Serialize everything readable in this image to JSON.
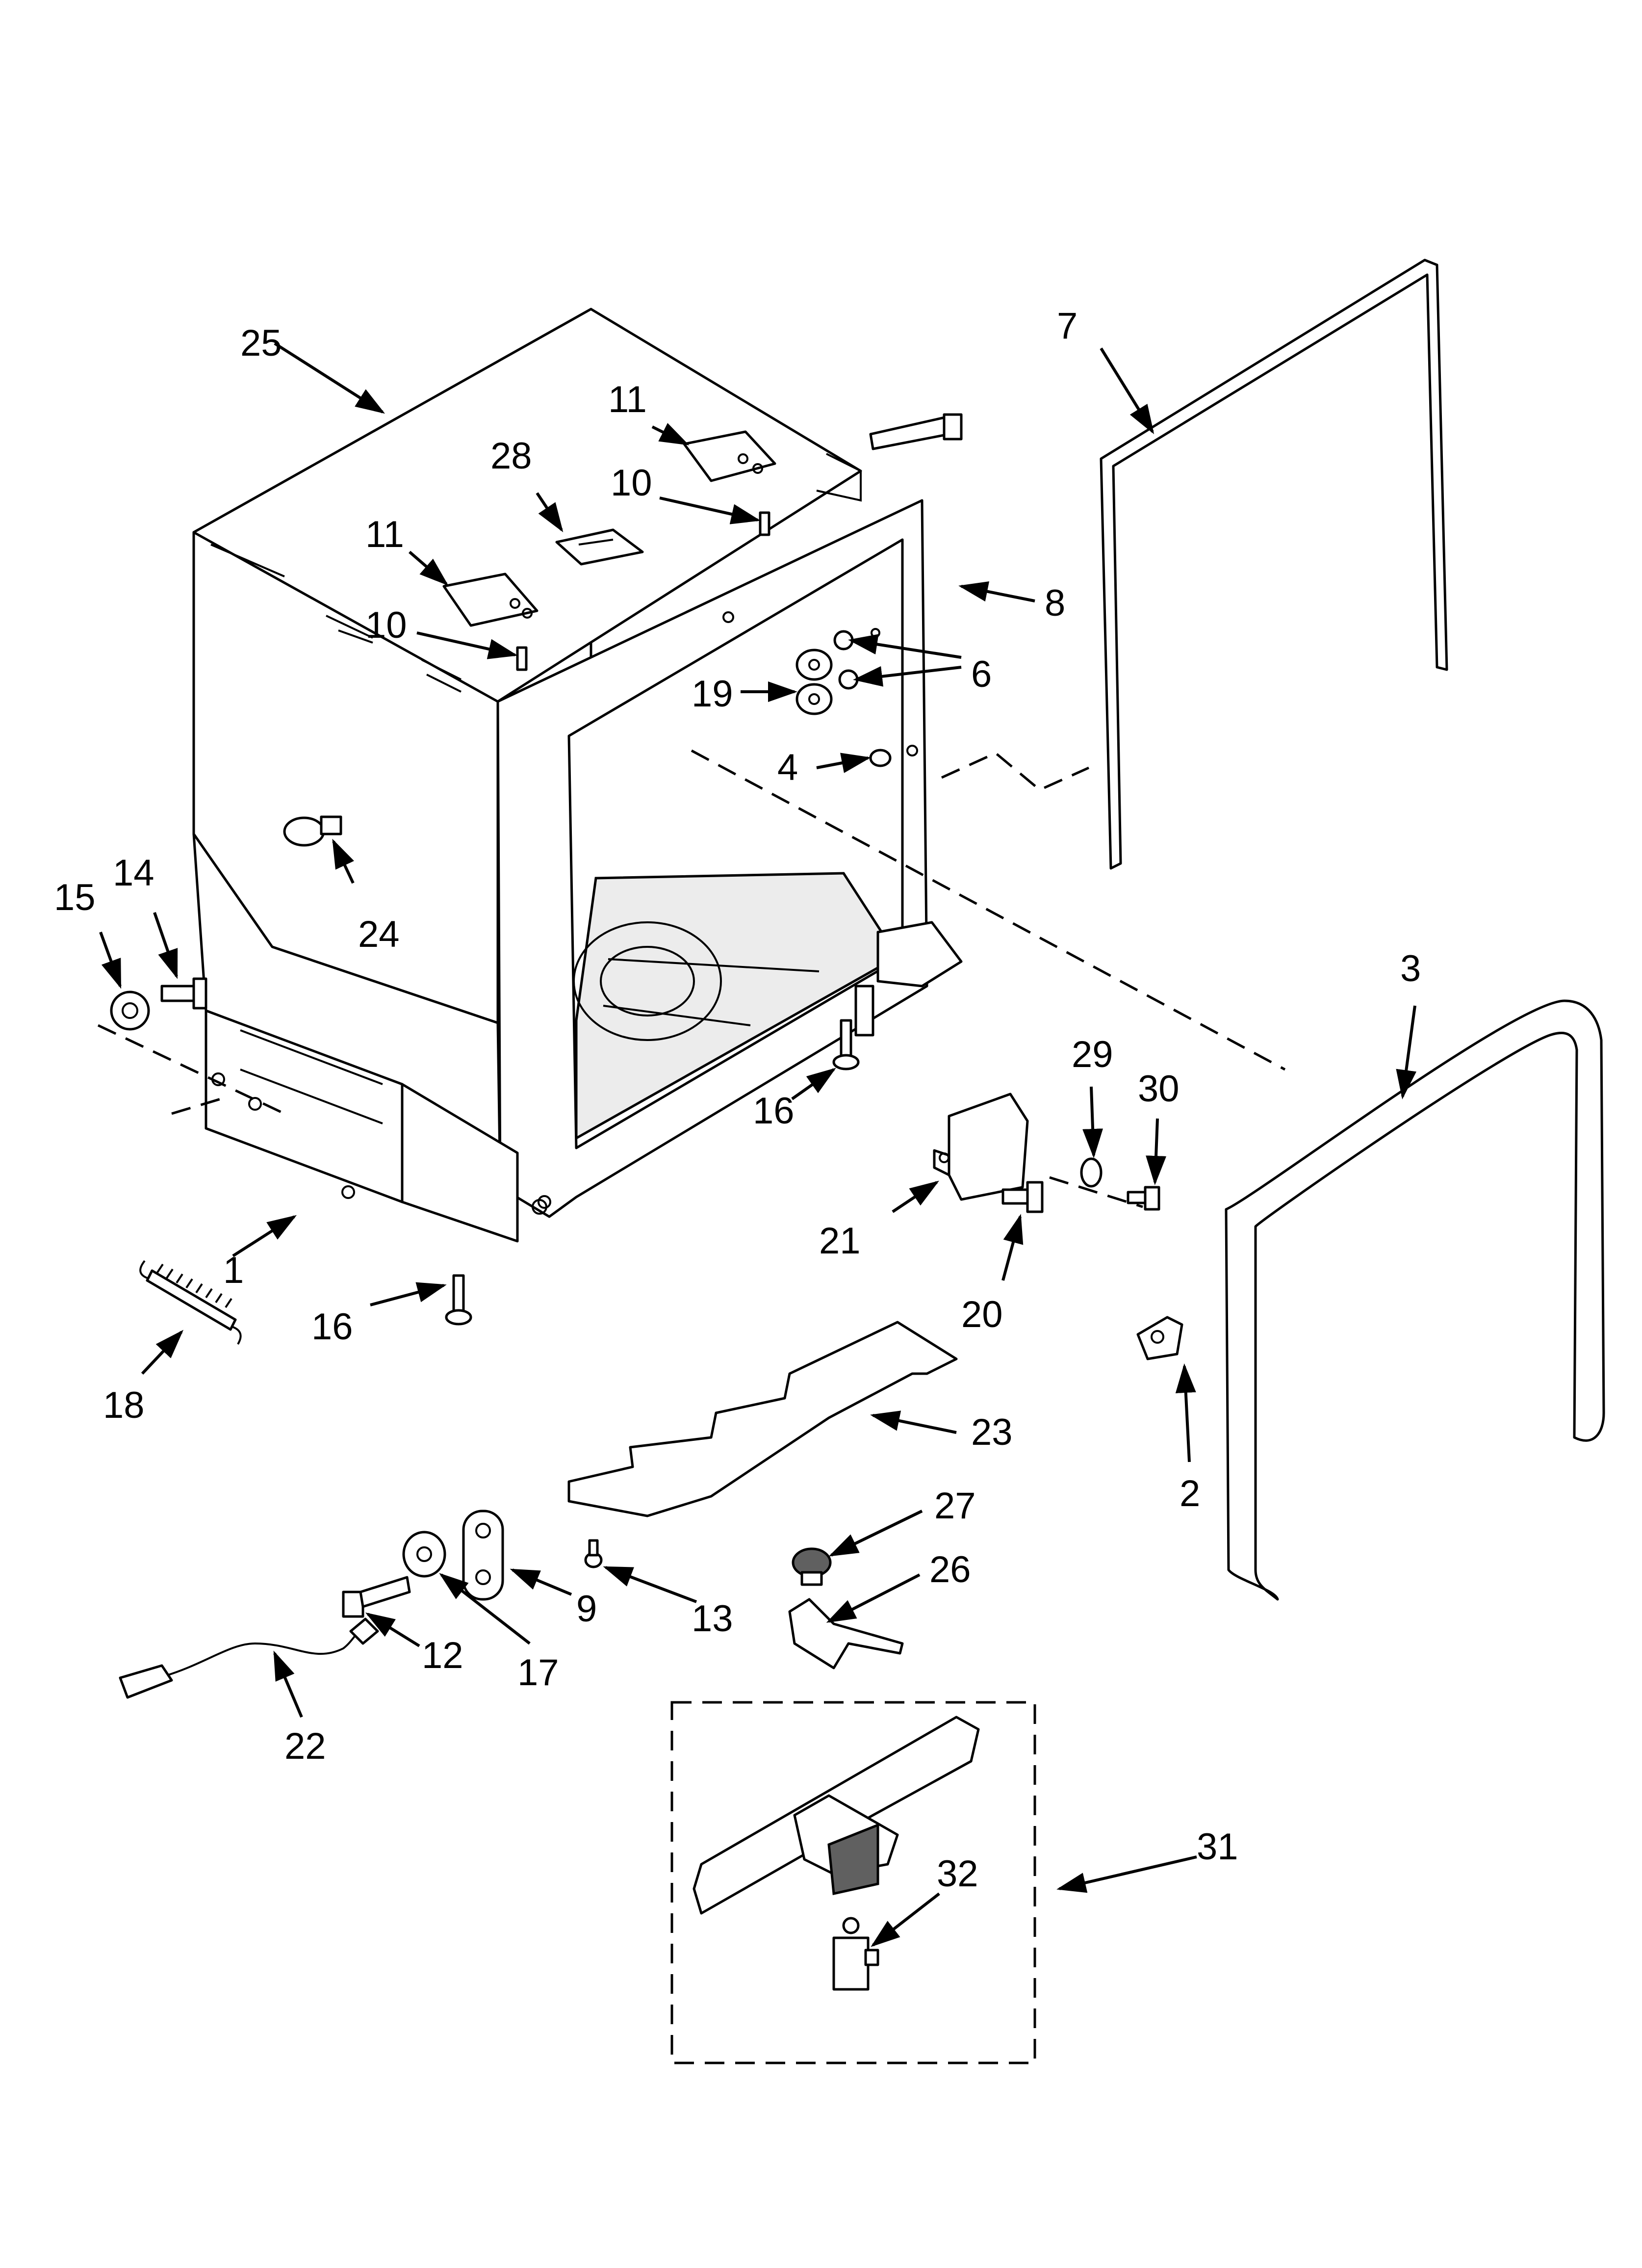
{
  "callouts": [
    {
      "id": "c1",
      "text": "1"
    },
    {
      "id": "c2",
      "text": "2"
    },
    {
      "id": "c3",
      "text": "3"
    },
    {
      "id": "c4",
      "text": "4"
    },
    {
      "id": "c6",
      "text": "6"
    },
    {
      "id": "c7",
      "text": "7"
    },
    {
      "id": "c8",
      "text": "8"
    },
    {
      "id": "c9",
      "text": "9"
    },
    {
      "id": "c10a",
      "text": "10"
    },
    {
      "id": "c10b",
      "text": "10"
    },
    {
      "id": "c11a",
      "text": "11"
    },
    {
      "id": "c11b",
      "text": "11"
    },
    {
      "id": "c12",
      "text": "12"
    },
    {
      "id": "c13",
      "text": "13"
    },
    {
      "id": "c14",
      "text": "14"
    },
    {
      "id": "c15",
      "text": "15"
    },
    {
      "id": "c16a",
      "text": "16"
    },
    {
      "id": "c16b",
      "text": "16"
    },
    {
      "id": "c17",
      "text": "17"
    },
    {
      "id": "c18",
      "text": "18"
    },
    {
      "id": "c19",
      "text": "19"
    },
    {
      "id": "c20",
      "text": "20"
    },
    {
      "id": "c21",
      "text": "21"
    },
    {
      "id": "c22",
      "text": "22"
    },
    {
      "id": "c23",
      "text": "23"
    },
    {
      "id": "c24",
      "text": "24"
    },
    {
      "id": "c25",
      "text": "25"
    },
    {
      "id": "c26",
      "text": "26"
    },
    {
      "id": "c27",
      "text": "27"
    },
    {
      "id": "c28",
      "text": "28"
    },
    {
      "id": "c29",
      "text": "29"
    },
    {
      "id": "c30",
      "text": "30"
    },
    {
      "id": "c31",
      "text": "31"
    },
    {
      "id": "c32",
      "text": "32"
    }
  ]
}
